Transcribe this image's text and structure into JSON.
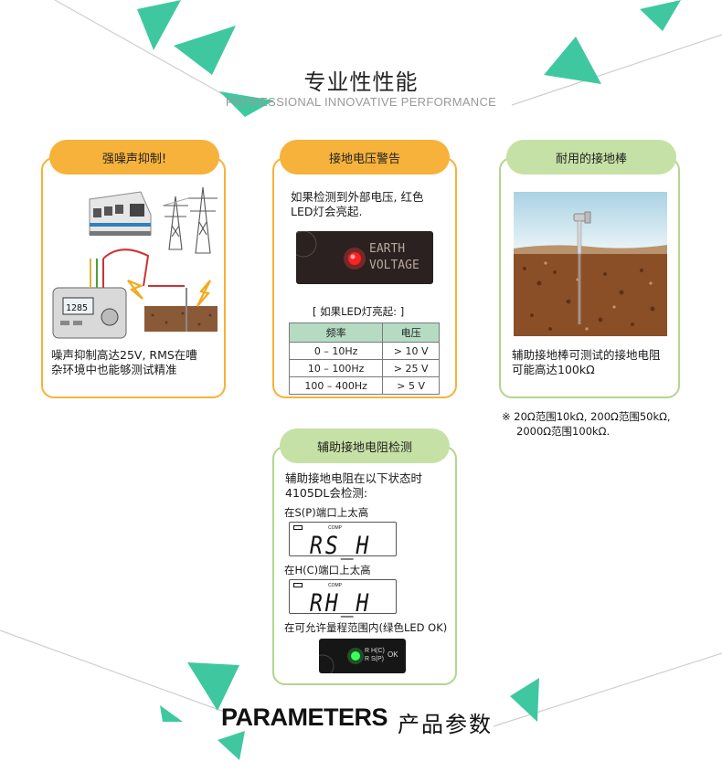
{
  "header": {
    "title_cn": "专业性性能",
    "title_en": "PROFESSIONAL INNOVATIVE PERFORMANCE"
  },
  "colors": {
    "orange": "#f6b23a",
    "green_border": "#b3d58c",
    "green_tab": "#c6e1a6",
    "teal_triangle": "#3fc8a0",
    "table_header": "#b5dcc3"
  },
  "cards": {
    "noise": {
      "tab": "强噪声抑制!",
      "desc": [
        "噪声抑制高达25V, RMS在嘈",
        "杂环境中也能够测试精准"
      ],
      "meter_display": "1285"
    },
    "voltage": {
      "tab": "接地电压警告",
      "desc": [
        "如果检测到外部电压, 红色",
        "LED灯会亮起."
      ],
      "led_text": [
        "EARTH",
        "VOLTAGE"
      ],
      "table_caption": "[ 如果LED灯亮起: ]",
      "table": {
        "headers": [
          "频率",
          "电压"
        ],
        "rows": [
          [
            "0 – 10Hz",
            "> 10 V"
          ],
          [
            "10 – 100Hz",
            "> 25 V"
          ],
          [
            "100 – 400Hz",
            "> 5 V"
          ]
        ]
      }
    },
    "rod": {
      "tab": "耐用的接地棒",
      "desc": [
        "辅助接地棒可测试的接地电阻",
        "可能高达100kΩ"
      ],
      "note": [
        "※ 20Ω范围10kΩ, 200Ω范围50kΩ,",
        "2000Ω范围100kΩ."
      ]
    },
    "aux": {
      "tab": "辅助接地电阻检测",
      "desc": [
        "辅助接地电阻在以下状态时",
        "4105DL会检测:"
      ],
      "sp_label": "在S(P)端口上太高",
      "sp_display": "RS_H",
      "hc_label": "在H(C)端口上太高",
      "hc_display": "RH_H",
      "ok_label": "在可允许量程范围内(绿色LED OK)",
      "lcd_comp": "COMP",
      "led_lines": [
        "R H(C)",
        "R S(P)"
      ],
      "led_ok": "OK"
    }
  },
  "footer": {
    "title_en": "PARAMETERS",
    "title_cn": "产品参数"
  }
}
